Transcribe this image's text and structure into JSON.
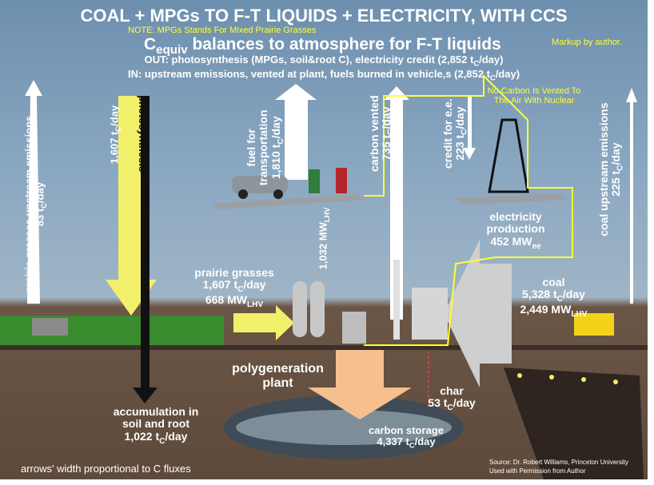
{
  "title": "COAL + MPGs TO F-T LIQUIDS + ELECTRICITY, WITH CCS",
  "note": "NOTE: MPGs Stands For Mixed Prairie Grasses",
  "subtitle_main": "C",
  "subtitle_sub": "equiv",
  "subtitle_rest": " balances to atmosphere for F-T liquids",
  "markup": "Markup by author.",
  "out_line": "OUT: photosynthesis (MPGs, soil&root C), electricity credit (2,852 t",
  "out_sub": "C",
  "out_end": "/day)",
  "in_line": "IN: upstream emissions, vented at plant, fuels burned in vehicle,s (2,852 t",
  "in_sub": "C",
  "in_end": "/day)",
  "nuclear_note": "No Carbon Is Vented To The Air With Nuclear",
  "labels": {
    "prairie_upstream_a": "prairie grasses upstream emissions",
    "prairie_upstream_b": "83 t",
    "prairie_upstream_sub": "C",
    "prairie_upstream_c": "/day",
    "photo_value_a": "1,607 t",
    "photo_value_sub": "C",
    "photo_value_c": "/day",
    "photosynthesis": "photosynthesis",
    "fuel_a": "fuel for",
    "fuel_b": "transportation",
    "fuel_c": "1,810 t",
    "fuel_sub": "C",
    "fuel_d": "/day",
    "mw_a": "1,032 MW",
    "mw_sub": "LHV",
    "vented_a": "carbon vented",
    "vented_b": "735 t",
    "vented_sub": "C",
    "vented_c": "/day",
    "credit_a": "credit for e.e.",
    "credit_b": "223 t",
    "credit_sub": "C",
    "credit_c": "/day",
    "coal_up_a": "coal upstream emissions",
    "coal_up_b": "225 t",
    "coal_up_sub": "C",
    "coal_up_c": "/day",
    "elec_a": "electricity",
    "elec_b": "production",
    "elec_c": "452 MW",
    "elec_sub": "ee",
    "pg_a": "prairie grasses",
    "pg_b": "1,607 t",
    "pg_sub": "C",
    "pg_c": "/day",
    "pg_d": "668 MW",
    "pg_sub2": "LHV",
    "coal_a": "coal",
    "coal_b": "5,328 t",
    "coal_sub": "C",
    "coal_c": "/day",
    "coal_d": "2,449 MW",
    "coal_sub2": "LHV",
    "poly_a": "polygeneration",
    "poly_b": "plant",
    "char_a": "char",
    "char_b": "53 t",
    "char_sub": "C",
    "char_c": "/day",
    "acc_a": "accumulation in",
    "acc_b": "soil and root",
    "acc_c": "1,022 t",
    "acc_sub": "C",
    "acc_d": "/day",
    "storage_a": "carbon storage",
    "storage_b": "4,337 t",
    "storage_sub": "C",
    "storage_c": "/day",
    "footer": "arrows' width proportional to C fluxes",
    "source_a": "Source: Dr. Robert Williams, Princeton University",
    "source_b": "Used with Permission from Author"
  },
  "colors": {
    "sky": "#7f9db9",
    "arrow_yellow": "#f2f06a",
    "arrow_orange": "#f6c08e",
    "arrow_white": "#ffffff",
    "arrow_grey": "#cfcfcf",
    "outline_yellow": "#ffff33",
    "title_white": "#ffffff",
    "note_yellow": "#ffff33",
    "soil": "#5f4b3c"
  }
}
